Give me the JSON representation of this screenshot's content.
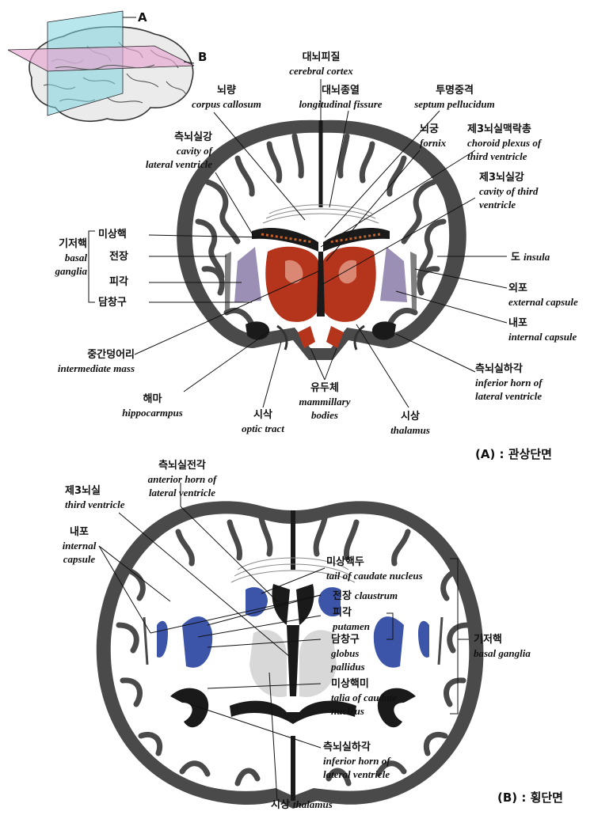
{
  "inset": {
    "plane_a": "A",
    "plane_b": "B"
  },
  "panel_a": {
    "caption": "(A) : 관상단면",
    "labels": {
      "cerebral_cortex": {
        "ko": "대뇌피질",
        "en": "cerebral cortex"
      },
      "corpus_callosum": {
        "ko": "뇌량",
        "en": "corpus callosum"
      },
      "longitudinal_fissure": {
        "ko": "대뇌종열",
        "en": "longitudinal fissure"
      },
      "septum_pellucidum": {
        "ko": "투명중격",
        "en": "septum pellucidum"
      },
      "cavity_lateral_ventricle": {
        "ko": "측뇌실강",
        "en1": "cavity of",
        "en2": "lateral ventricle"
      },
      "fornix": {
        "ko": "뇌궁",
        "en": "fornix"
      },
      "choroid_plexus": {
        "ko": "제3뇌실맥락총",
        "en1": "choroid plexus of",
        "en2": "third ventricle"
      },
      "cavity_third_ventricle": {
        "ko": "제3뇌실강",
        "en1": "cavity of third",
        "en2": "ventricle"
      },
      "basal_ganglia": {
        "ko": "기저핵",
        "en1": "basal",
        "en2": "ganglia"
      },
      "caudate": {
        "ko": "미상핵"
      },
      "claustrum": {
        "ko": "전장"
      },
      "putamen": {
        "ko": "피각"
      },
      "globus_pallidus": {
        "ko": "담창구"
      },
      "insula": {
        "ko": "도",
        "en": "insula"
      },
      "external_capsule": {
        "ko": "외포",
        "en": "external capsule"
      },
      "internal_capsule": {
        "ko": "내포",
        "en": "internal capsule"
      },
      "intermediate_mass": {
        "ko": "중간덩어리",
        "en": "intermediate mass"
      },
      "inferior_horn": {
        "ko": "측뇌실하각",
        "en1": "inferior horn of",
        "en2": "lateral ventricle"
      },
      "hippocampus": {
        "ko": "해마",
        "en": "hippocarmpus"
      },
      "optic_tract": {
        "ko": "시삭",
        "en": "optic tract"
      },
      "mammillary": {
        "ko": "유두체",
        "en1": "mammillary",
        "en2": "bodies"
      },
      "thalamus": {
        "ko": "시상",
        "en": "thalamus"
      }
    }
  },
  "panel_b": {
    "caption": "(B) : 횡단면",
    "labels": {
      "anterior_horn": {
        "ko": "측뇌실전각",
        "en1": "anterior horn of",
        "en2": "lateral ventricle"
      },
      "third_ventricle": {
        "ko": "제3뇌실",
        "en": "third ventricle"
      },
      "internal_capsule": {
        "ko": "내포",
        "en1": "internal",
        "en2": "capsule"
      },
      "caudate_head": {
        "ko": "미상핵두",
        "en": "tail of caudate nucleus"
      },
      "claustrum": {
        "ko": "전장",
        "en": "claustrum"
      },
      "putamen": {
        "ko": "피각",
        "en": "putamen"
      },
      "globus_pallidus": {
        "ko": "담창구",
        "en1": "globus",
        "en2": "pallidus"
      },
      "caudate_tail": {
        "ko": "미상핵미",
        "en1": "talia of caudate",
        "en2": "nucleus"
      },
      "basal_ganglia": {
        "ko": "기저핵",
        "en": "basal ganglia"
      },
      "inferior_horn": {
        "ko": "측뇌실하각",
        "en1": "inferior horn of",
        "en2": "lateral ventricle"
      },
      "thalamus": {
        "ko": "시상",
        "en": "thalamus"
      }
    }
  },
  "colors": {
    "cortex": "#4a4a4a",
    "white_matter": "#ffffff",
    "ventricle": "#1a1a1a",
    "thalamus_red": "#b5341c",
    "basal_ganglia_purple": "#9c8fb5",
    "basal_ganglia_blue": "#3d55a8",
    "plane_cyan": "#7fd3e0",
    "plane_pink": "#e7a5cf"
  }
}
